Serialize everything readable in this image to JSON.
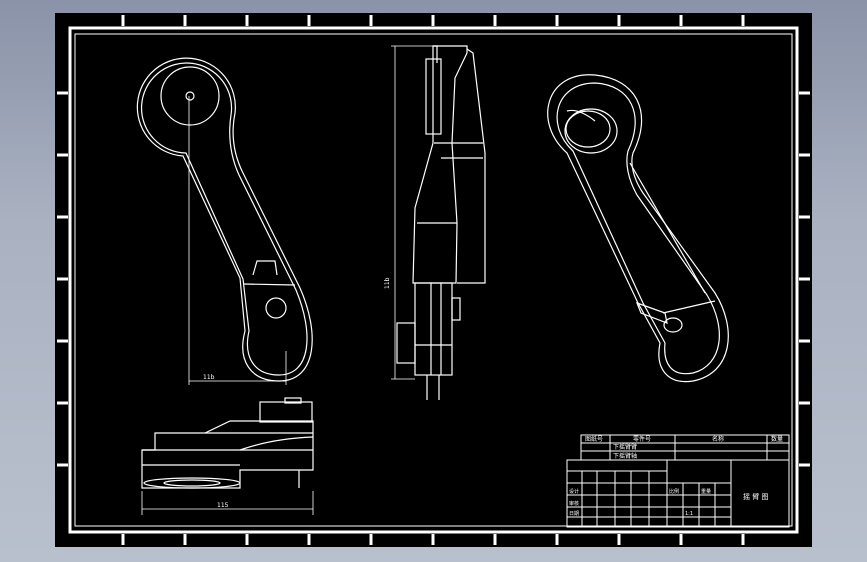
{
  "colors": {
    "background": "#000000",
    "lines": "#ffffff",
    "desktop": "#a3abbb"
  },
  "dimensions": {
    "front_horizontal": "11b",
    "side_vertical": "11b",
    "bottom_horizontal": "115"
  },
  "title_block": {
    "header": [
      "图纸号",
      "零件号",
      "名称",
      "数量"
    ],
    "row1": "下摇臂臂",
    "row2": "下摇臂轴",
    "small_cells": [
      "设计",
      "审核",
      "比例",
      "重量",
      "日期"
    ],
    "scale": "1:1",
    "drawing_name": "摇 臂 图"
  }
}
